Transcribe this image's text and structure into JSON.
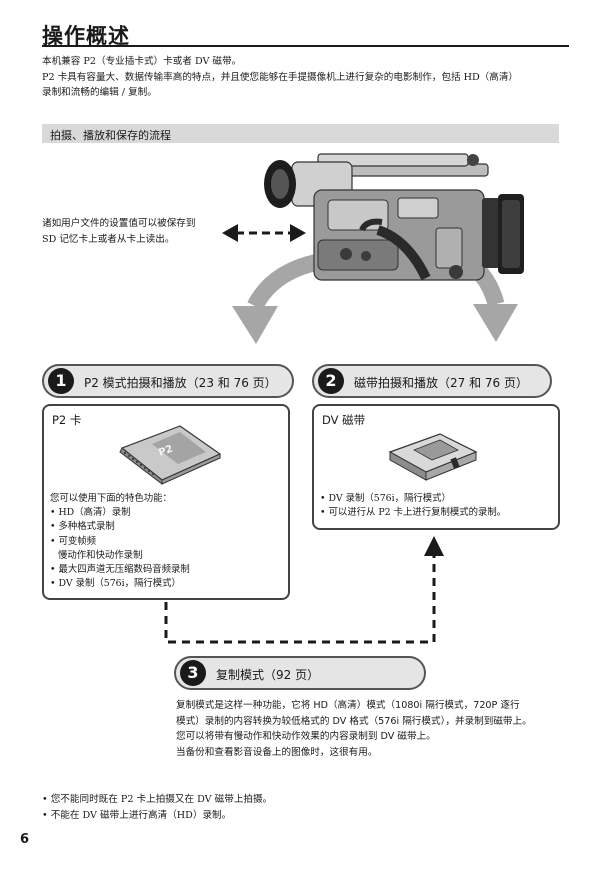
{
  "page": {
    "title": "操作概述",
    "intro": [
      "本机兼容 P2（专业插卡式）卡或者 DV 磁带。",
      "P2 卡具有容量大、数据传输率高的特点，并且使您能够在手提摄像机上进行复杂的电影制作，包括 HD（高清）",
      "录制和流畅的编辑 / 复制。"
    ],
    "section_title": "拍摄、播放和保存的流程",
    "side_note": [
      "诸如用户文件的设置值可以被保存到",
      "SD 记忆卡上或者从卡上读出。"
    ],
    "page_number": "6"
  },
  "mode1": {
    "number": "1",
    "label": "P2 模式拍摄和播放（23 和 76 页）",
    "panel_title": "P2 卡",
    "card_logo": "P2",
    "features": [
      "您可以使用下面的特色功能：",
      "• HD（高清）录制",
      "• 多种格式录制",
      "• 可变帧频",
      "  慢动作和快动作录制",
      "• 最大四声道无压缩数码音频录制",
      "• DV 录制（576i，隔行模式）"
    ]
  },
  "mode2": {
    "number": "2",
    "label": "磁带拍摄和播放（27 和 76 页）",
    "panel_title": "DV 磁带",
    "features": [
      "• DV 录制（576i，隔行模式）",
      "• 可以进行从 P2 卡上进行复制模式的录制。"
    ]
  },
  "mode3": {
    "number": "3",
    "label": "复制模式（92 页）",
    "description": [
      "复制模式是这样一种功能，它将 HD（高清）模式（1080i 隔行模式，720P 逐行",
      "模式）录制的内容转换为较低格式的 DV 格式（576i 隔行模式），并录制到磁带上。",
      "您可以将带有慢动作和快动作效果的内容录制到 DV 磁带上。",
      "当备份和查看影音设备上的图像时，这很有用。"
    ]
  },
  "notes": [
    "• 您不能同时既在 P2 卡上拍摄又在 DV 磁带上拍摄。",
    "• 不能在 DV 磁带上进行高清（HD）录制。"
  ],
  "colors": {
    "section_bar": "#d9d9d9",
    "arrow_gray": "#a6a6a6",
    "text": "#1a1a1a"
  },
  "icons": {
    "camera": "camcorder-illustration",
    "p2_card": "p2-card-illustration",
    "dv_tape": "dv-cassette-illustration"
  }
}
